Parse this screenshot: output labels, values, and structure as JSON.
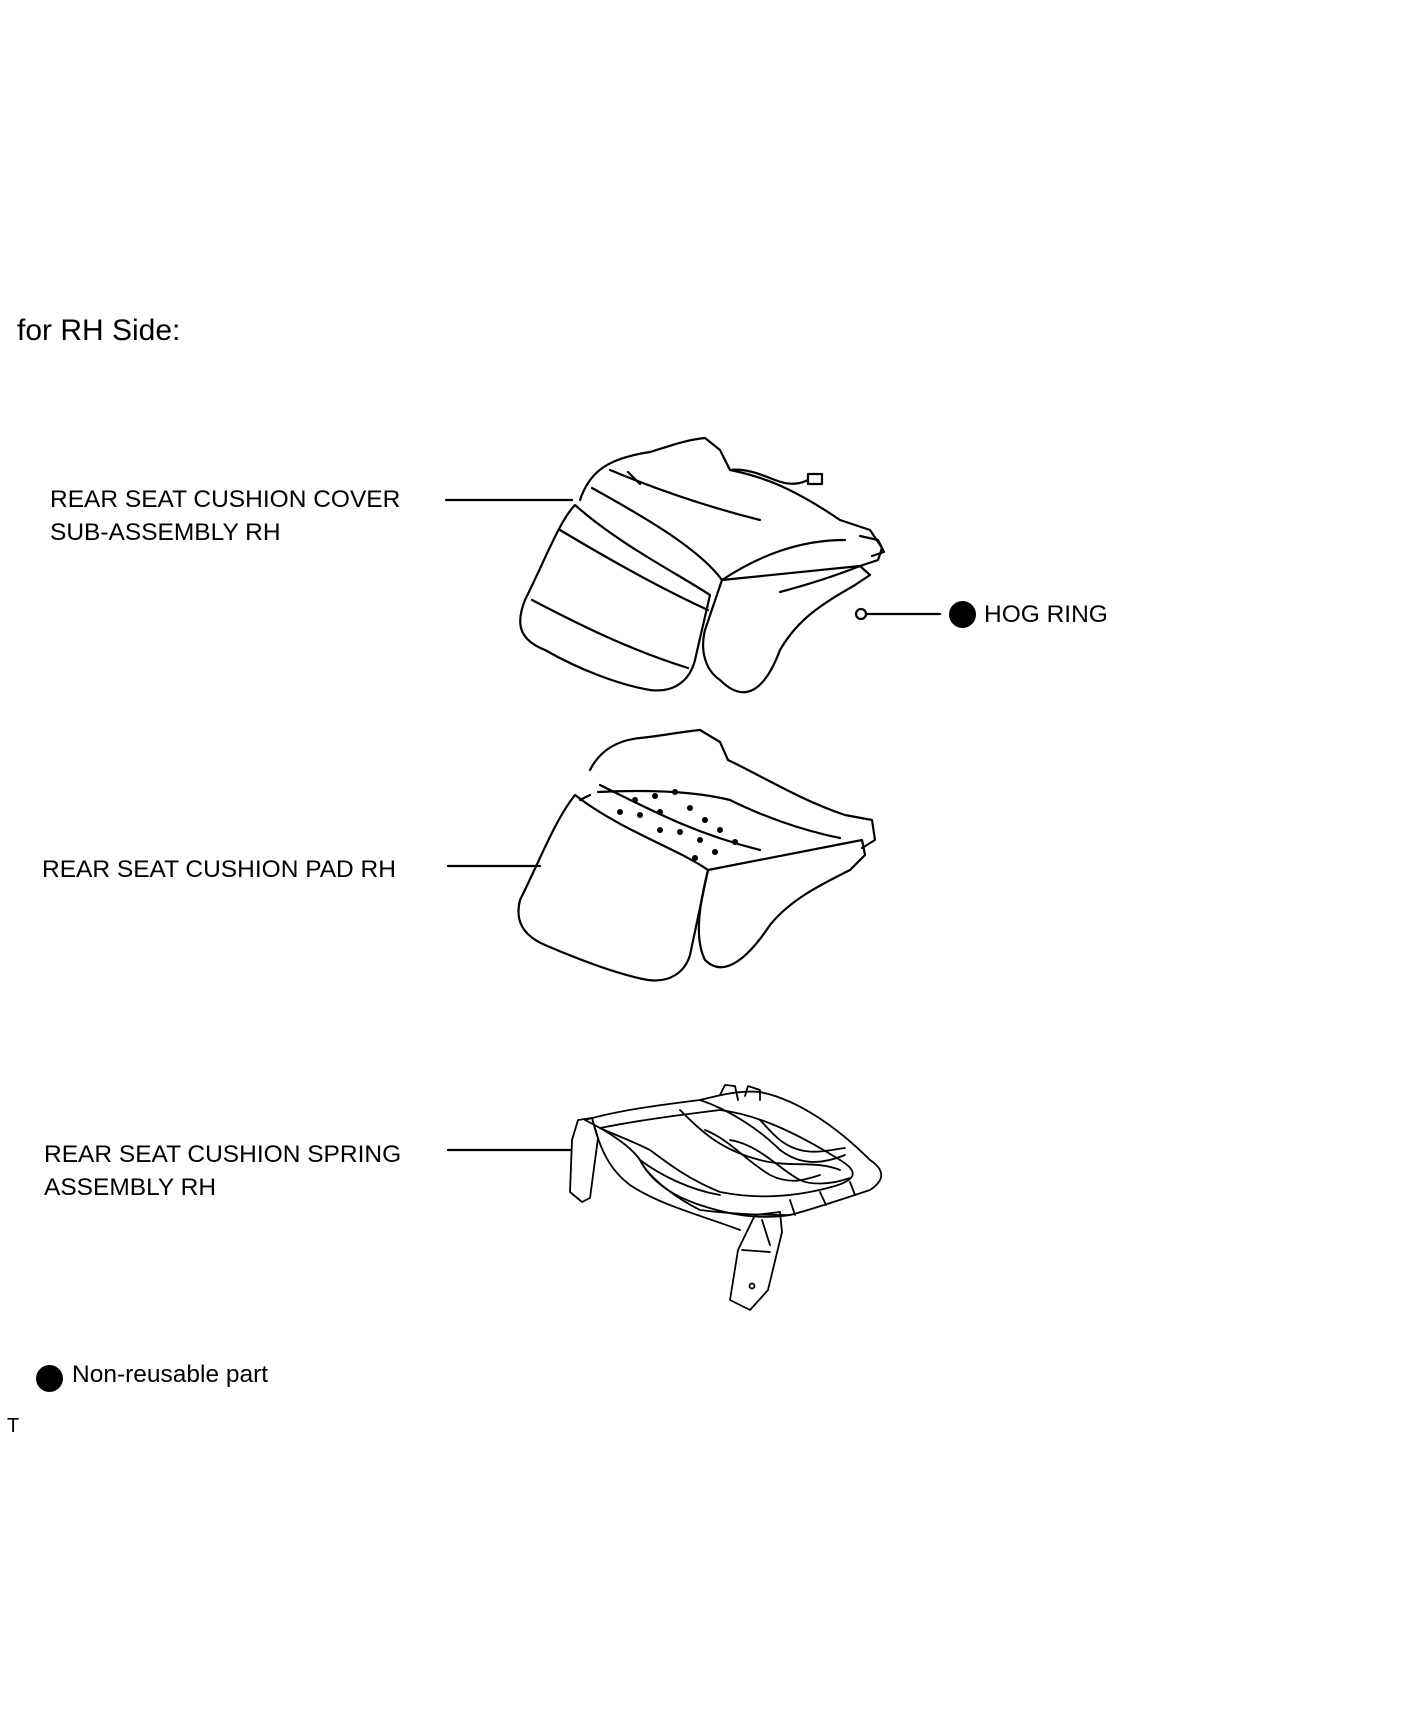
{
  "heading": "for RH Side:",
  "parts": {
    "cover": {
      "line1": "REAR SEAT CUSHION COVER",
      "line2": "SUB-ASSEMBLY RH"
    },
    "hog_ring": {
      "label": "HOG RING"
    },
    "pad": {
      "label": "REAR SEAT CUSHION PAD RH"
    },
    "spring": {
      "line1": "REAR SEAT CUSHION SPRING",
      "line2": "ASSEMBLY RH"
    }
  },
  "legend": {
    "label": "Non-reusable part",
    "symbol": "filled-circle-icon"
  },
  "corner_mark": "T",
  "colors": {
    "ink": "#000000",
    "background": "#ffffff"
  }
}
